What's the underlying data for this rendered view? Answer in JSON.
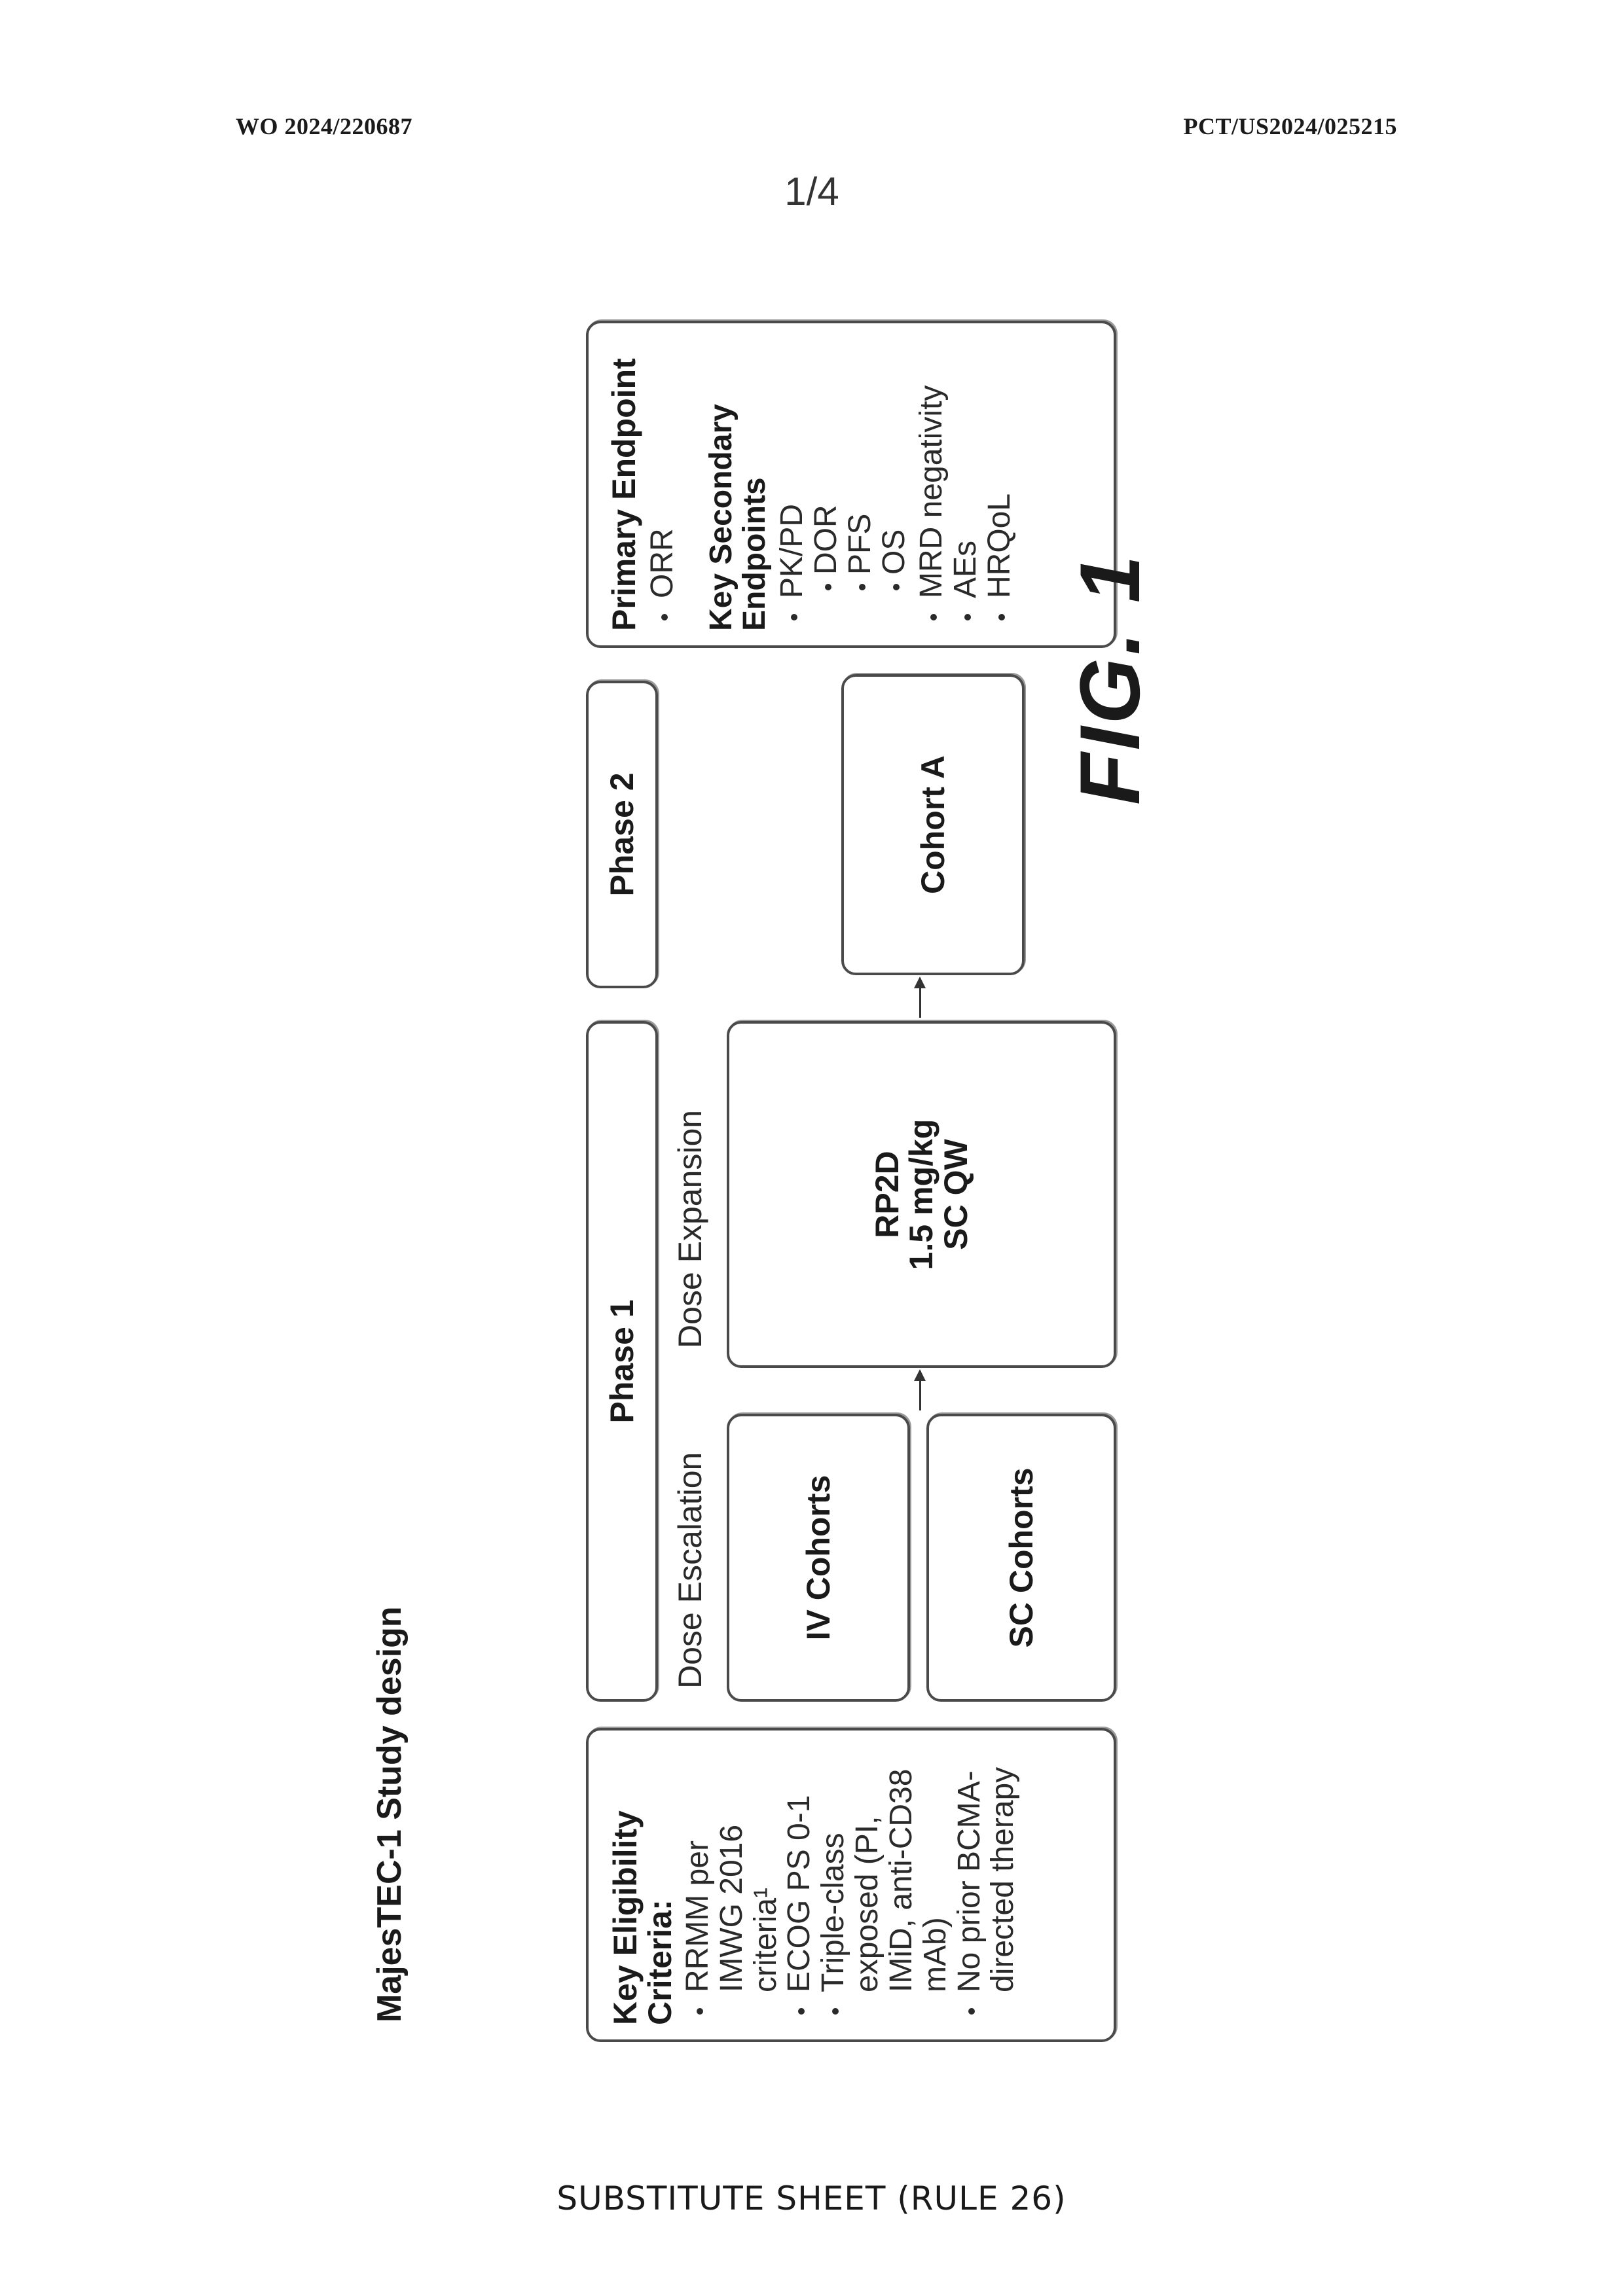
{
  "header": {
    "publication_number": "WO 2024/220687",
    "application_number": "PCT/US2024/025215"
  },
  "sheet_number": "1/4",
  "footer": "SUBSTITUTE SHEET (RULE 26)",
  "figure": {
    "title": "MajesTEC-1 Study design",
    "eligibility": {
      "title": "Key Eligibility Criteria:",
      "items": [
        "RRMM per IMWG 2016 criteria¹",
        "ECOG PS 0-1",
        "Triple-class exposed (PI, IMiD, anti-CD38 mAb)",
        "No prior BCMA-directed therapy"
      ]
    },
    "phase1": {
      "label": "Phase 1",
      "dose_escalation": "Dose Escalation",
      "dose_expansion": "Dose Expansion",
      "iv_cohorts": "IV Cohorts",
      "sc_cohorts": "SC Cohorts",
      "rp2d": {
        "line1": "RP2D",
        "line2": "1.5 mg/kg",
        "line3": "SC QW"
      }
    },
    "phase2": {
      "label": "Phase 2",
      "cohort": "Cohort A"
    },
    "endpoints": {
      "primary_title": "Primary Endpoint",
      "primary_items": [
        "ORR"
      ],
      "secondary_title": "Key Secondary Endpoints",
      "pkpd": "PK/PD",
      "pkpd_sub": [
        "DOR",
        "PFS",
        "OS"
      ],
      "secondary_items": [
        "MRD negativity",
        "AEs",
        "HRQoL"
      ]
    },
    "figure_label": "FIG. 1"
  }
}
